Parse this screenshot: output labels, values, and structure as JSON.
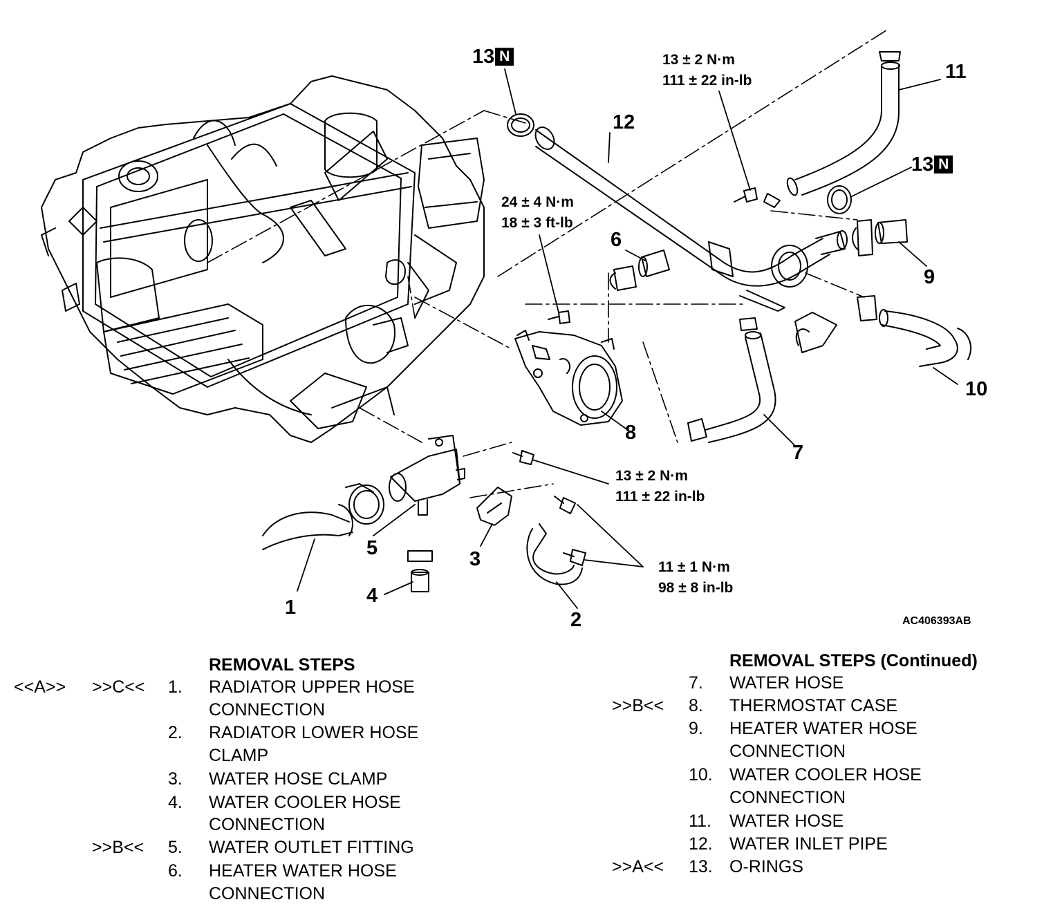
{
  "figure_code": "AC406393AB",
  "n_mark": "N",
  "callouts": {
    "c1": "1",
    "c2": "2",
    "c3": "3",
    "c4": "4",
    "c5": "5",
    "c6": "6",
    "c7": "7",
    "c8": "8",
    "c9": "9",
    "c10": "10",
    "c11": "11",
    "c12": "12",
    "c13a": "13",
    "c13b": "13"
  },
  "torque_specs": {
    "t_top": [
      "13 ± 2 N·m",
      "111 ± 22 in-lb"
    ],
    "t_tstat": [
      "24 ± 4 N·m",
      "18 ± 3 ft-lb"
    ],
    "t_outlet": [
      "13 ± 2 N·m",
      "111 ± 22 in-lb"
    ],
    "t_clamp": [
      "11 ± 1 N·m",
      "98 ± 8 in-lb"
    ]
  },
  "removal_steps": {
    "heading": "REMOVAL STEPS",
    "rows": [
      {
        "mark1": "<<A>>",
        "mark2": ">>C<<",
        "num": "1.",
        "text": "RADIATOR UPPER HOSE"
      },
      {
        "mark1": "",
        "mark2": "",
        "num": "",
        "text": "CONNECTION"
      },
      {
        "mark1": "",
        "mark2": "",
        "num": "2.",
        "text": "RADIATOR LOWER HOSE"
      },
      {
        "mark1": "",
        "mark2": "",
        "num": "",
        "text": "CLAMP"
      },
      {
        "mark1": "",
        "mark2": "",
        "num": "3.",
        "text": "WATER HOSE CLAMP"
      },
      {
        "mark1": "",
        "mark2": "",
        "num": "4.",
        "text": "WATER COOLER HOSE"
      },
      {
        "mark1": "",
        "mark2": "",
        "num": "",
        "text": "CONNECTION"
      },
      {
        "mark1": "",
        "mark2": ">>B<<",
        "num": "5.",
        "text": "WATER OUTLET FITTING"
      },
      {
        "mark1": "",
        "mark2": "",
        "num": "6.",
        "text": "HEATER WATER HOSE"
      },
      {
        "mark1": "",
        "mark2": "",
        "num": "",
        "text": "CONNECTION"
      }
    ]
  },
  "removal_steps_continued": {
    "heading": "REMOVAL STEPS (Continued)",
    "rows": [
      {
        "mark": "",
        "num": "7.",
        "text": "WATER HOSE"
      },
      {
        "mark": ">>B<<",
        "num": "8.",
        "text": "THERMOSTAT CASE"
      },
      {
        "mark": "",
        "num": "9.",
        "text": "HEATER WATER HOSE"
      },
      {
        "mark": "",
        "num": "",
        "text": "CONNECTION"
      },
      {
        "mark": "",
        "num": "10.",
        "text": "WATER COOLER HOSE"
      },
      {
        "mark": "",
        "num": "",
        "text": "CONNECTION"
      },
      {
        "mark": "",
        "num": "11.",
        "text": "WATER HOSE"
      },
      {
        "mark": "",
        "num": "12.",
        "text": "WATER INLET PIPE"
      },
      {
        "mark": ">>A<<",
        "num": "13.",
        "text": "O-RINGS"
      }
    ]
  }
}
